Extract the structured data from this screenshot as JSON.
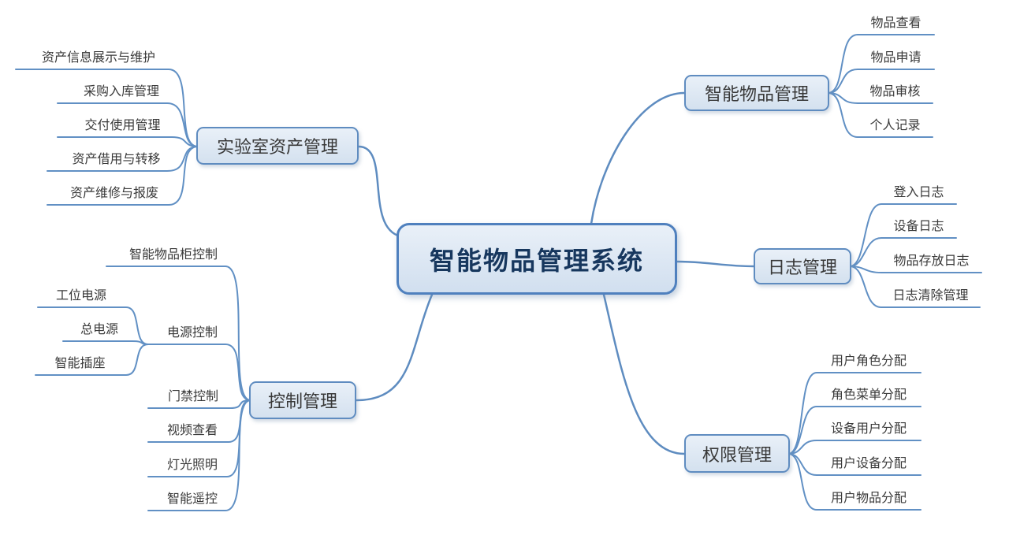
{
  "map": {
    "root": {
      "label": "智能物品管理系统"
    },
    "branches": [
      {
        "label": "实验室资产管理",
        "children": [
          {
            "label": "资产信息展示与维护"
          },
          {
            "label": "采购入库管理"
          },
          {
            "label": "交付使用管理"
          },
          {
            "label": "资产借用与转移"
          },
          {
            "label": "资产维修与报废"
          }
        ]
      },
      {
        "label": "智能物品管理",
        "children": [
          {
            "label": "物品查看"
          },
          {
            "label": "物品申请"
          },
          {
            "label": "物品审核"
          },
          {
            "label": "个人记录"
          }
        ]
      },
      {
        "label": "日志管理",
        "children": [
          {
            "label": "登入日志"
          },
          {
            "label": "设备日志"
          },
          {
            "label": "物品存放日志"
          },
          {
            "label": "日志清除管理"
          }
        ]
      },
      {
        "label": "权限管理",
        "children": [
          {
            "label": "用户角色分配"
          },
          {
            "label": "角色菜单分配"
          },
          {
            "label": "设备用户分配"
          },
          {
            "label": "用户设备分配"
          },
          {
            "label": "用户物品分配"
          }
        ]
      },
      {
        "label": "控制管理",
        "children": [
          {
            "label": "智能物品柜控制"
          },
          {
            "label": "电源控制",
            "children": [
              {
                "label": "工位电源"
              },
              {
                "label": "总电源"
              },
              {
                "label": "智能插座"
              }
            ]
          },
          {
            "label": "门禁控制"
          },
          {
            "label": "视频查看"
          },
          {
            "label": "灯光照明"
          },
          {
            "label": "智能遥控"
          }
        ]
      }
    ]
  },
  "colors": {
    "connector_line": "#6190c4",
    "node_border": "#5f8cc0",
    "node_fill": "#d9e4f1",
    "root_text": "#17375e"
  }
}
